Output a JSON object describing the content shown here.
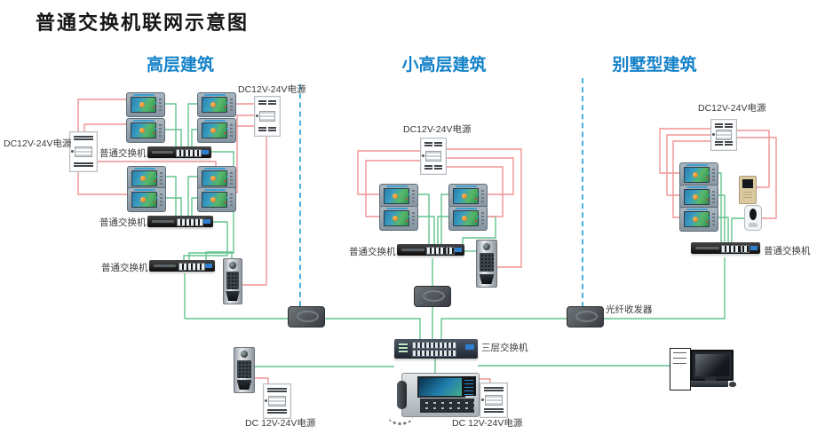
{
  "title": "普通交换机联网示意图",
  "sections": {
    "left": {
      "header": "高层建筑"
    },
    "middle": {
      "header": "小高层建筑"
    },
    "right": {
      "header": "别墅型建筑"
    }
  },
  "labels": {
    "ordinary_switch": "普通交换机",
    "layer3_switch": "三层交换机",
    "fiber_transceiver": "光纤收发器",
    "psu": "DC12V-24V电源",
    "psu_spaced": "DC 12V-24V电源"
  },
  "colors": {
    "header_blue": "#1482c8",
    "wire_power_red": "#f09494",
    "wire_network_green": "#63c48e",
    "separator_blue": "#35a8dc"
  }
}
